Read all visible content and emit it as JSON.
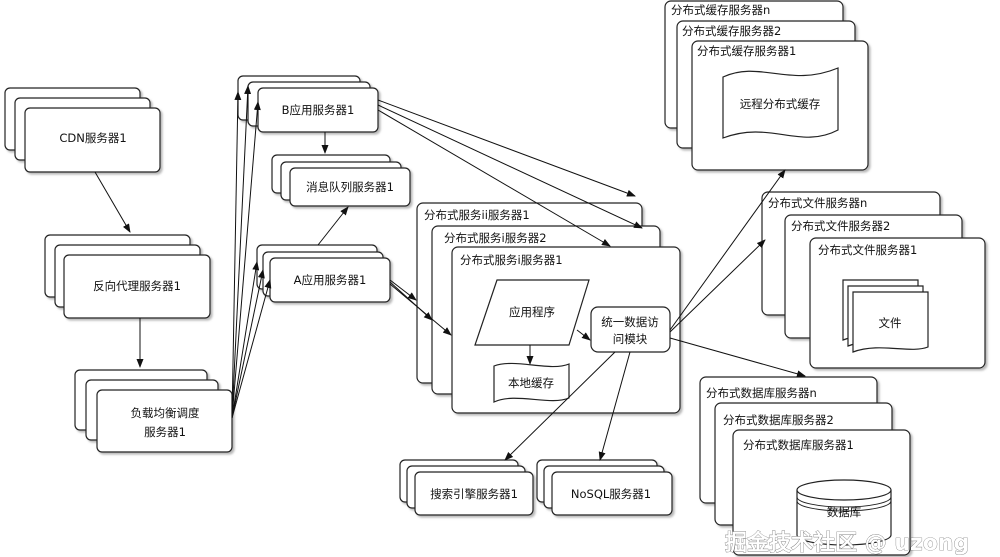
{
  "nodes": {
    "cdn": "CDN服务器1",
    "proxy": "反向代理服务器1",
    "lb_line1": "负载均衡调度",
    "lb_line2": "服务器1",
    "app_b": "B应用服务器1",
    "mq": "消息队列服务器1",
    "app_a": "A应用服务器1",
    "svc_ii": "分布式服务ii服务器1",
    "svc_i2": "分布式服务i服务器2",
    "svc_i1": "分布式服务i服务器1",
    "app_program": "应用程序",
    "unified_line1": "统一数据访",
    "unified_line2": "问模块",
    "local_cache": "本地缓存",
    "cache_n": "分布式缓存服务器n",
    "cache_2": "分布式缓存服务器2",
    "cache_1": "分布式缓存服务器1",
    "remote_cache": "远程分布式缓存",
    "file_n": "分布式文件服务器n",
    "file_2": "分布式文件服务器2",
    "file_1": "分布式文件服务器1",
    "file": "文件",
    "db_n": "分布式数据库服务器n",
    "db_2": "分布式数据库服务器2",
    "db_1": "分布式数据库服务器1",
    "database": "数据库",
    "search": "搜索引擎服务器1",
    "nosql": "NoSQL服务器1"
  },
  "watermark": "掘金技术社区 @ uzong"
}
